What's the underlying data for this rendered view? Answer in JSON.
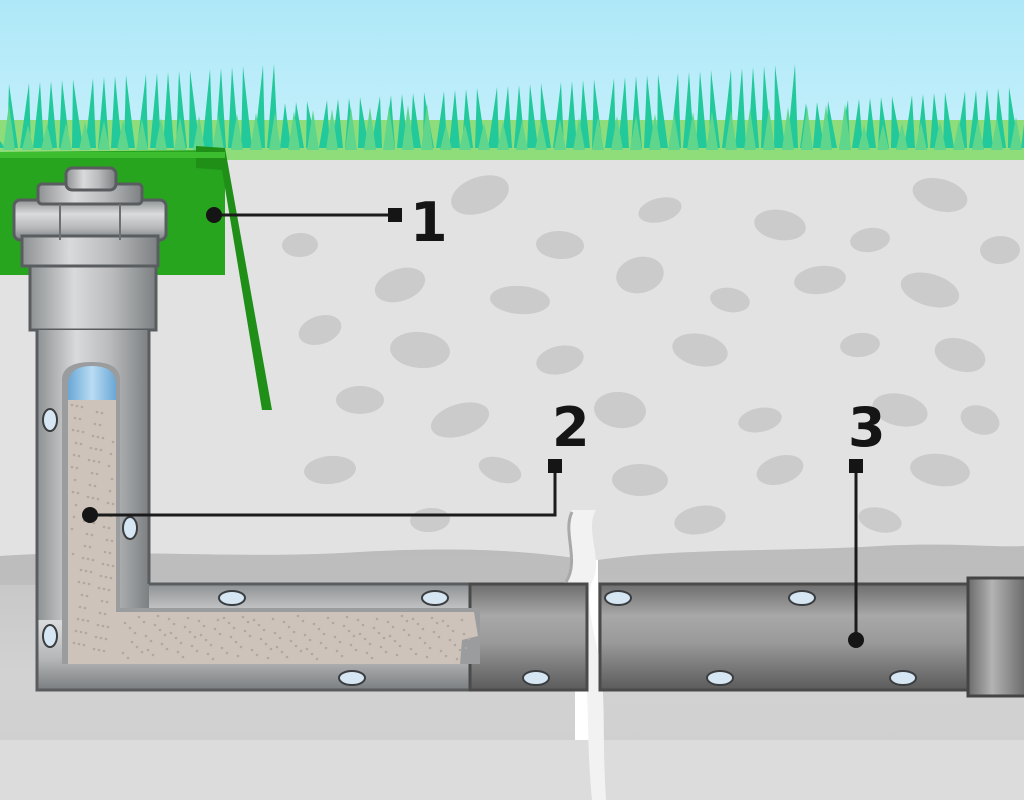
{
  "callouts": {
    "c1": "1",
    "c2": "2",
    "c3": "3"
  },
  "colors": {
    "sky": "#b5ebf8",
    "grass_light": "#8fdc7a",
    "grass_dark": "#1fc99c",
    "soil": "#e1e1e1",
    "stones": "#cacaca",
    "gravel": "#cfcfcf",
    "cover_green": "#27a51f",
    "pipe_metal": "#a7a9ab",
    "drain_pipe": "#8c8c8c",
    "sand": "#ccc2b9",
    "water": "#7fb8df",
    "leader_line": "#1b1b1b"
  }
}
